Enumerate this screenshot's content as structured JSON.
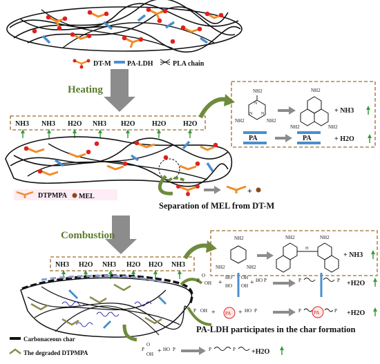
{
  "legend1": {
    "dtm": "DT-M",
    "paldh": "PA-LDH",
    "pla": "PLA chain"
  },
  "stage1": {
    "label": "Heating",
    "gases": [
      "NH3",
      "NH3",
      "H2O",
      "NH3",
      "H2O",
      "H2O",
      "H2O"
    ]
  },
  "reaction1": {
    "amino": "NH2",
    "ring_n": "N",
    "nh3": "+ NH3",
    "pa": "PA",
    "h2o": "+ H2O"
  },
  "legend2": {
    "dtpmpa": "DTPMPA",
    "mel": "MEL"
  },
  "separation_caption": "Separation of MEL from DT-M",
  "stage2": {
    "label": "Combustion",
    "gases": [
      "NH3",
      "H2O",
      "NH3",
      "H2O",
      "H2O",
      "NH3"
    ]
  },
  "reaction2": {
    "amino": "NH2",
    "bridge": "H",
    "nh3": "+ NH3",
    "ho": "HO",
    "oh": "OH",
    "p": "P",
    "o": "O",
    "pa": "PA",
    "h2o": "+H2O"
  },
  "char_caption": "PA-LDH participates in the  char formation",
  "legend3": {
    "char": "Carbonaceous char",
    "degraded": "The degraded DTPMPA"
  },
  "colors": {
    "arrow_gray": "#8c8c8c",
    "green_arrow": "#6e8c3c",
    "orange": "#f08c28",
    "red": "#e02020",
    "blue": "#4a8fd0",
    "brown_dash": "#9a6a2a",
    "mel_brown": "#8a4a1a",
    "olive": "#8c8c50"
  }
}
